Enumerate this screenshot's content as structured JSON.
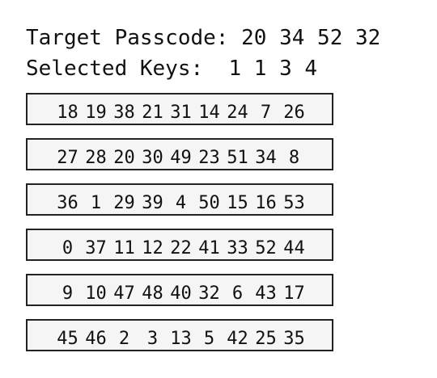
{
  "header": {
    "target_label": "Target Passcode:",
    "target_values": [
      "20",
      "34",
      "52",
      "32"
    ],
    "selected_label": "Selected Keys:",
    "selected_values": [
      "1",
      "1",
      "3",
      "4"
    ]
  },
  "keypad": {
    "rows": [
      [
        "18",
        "19",
        "38",
        "21",
        "31",
        "14",
        "24",
        "7",
        "26"
      ],
      [
        "27",
        "28",
        "20",
        "30",
        "49",
        "23",
        "51",
        "34",
        "8"
      ],
      [
        "36",
        "1",
        "29",
        "39",
        "4",
        "50",
        "15",
        "16",
        "53"
      ],
      [
        "0",
        "37",
        "11",
        "12",
        "22",
        "41",
        "33",
        "52",
        "44"
      ],
      [
        "9",
        "10",
        "47",
        "48",
        "40",
        "32",
        "6",
        "43",
        "17"
      ],
      [
        "45",
        "46",
        "2",
        "3",
        "13",
        "5",
        "42",
        "25",
        "35"
      ]
    ]
  },
  "colors": {
    "box_fill": "#f5f5f5",
    "box_border": "#222222",
    "text": "#111111"
  }
}
